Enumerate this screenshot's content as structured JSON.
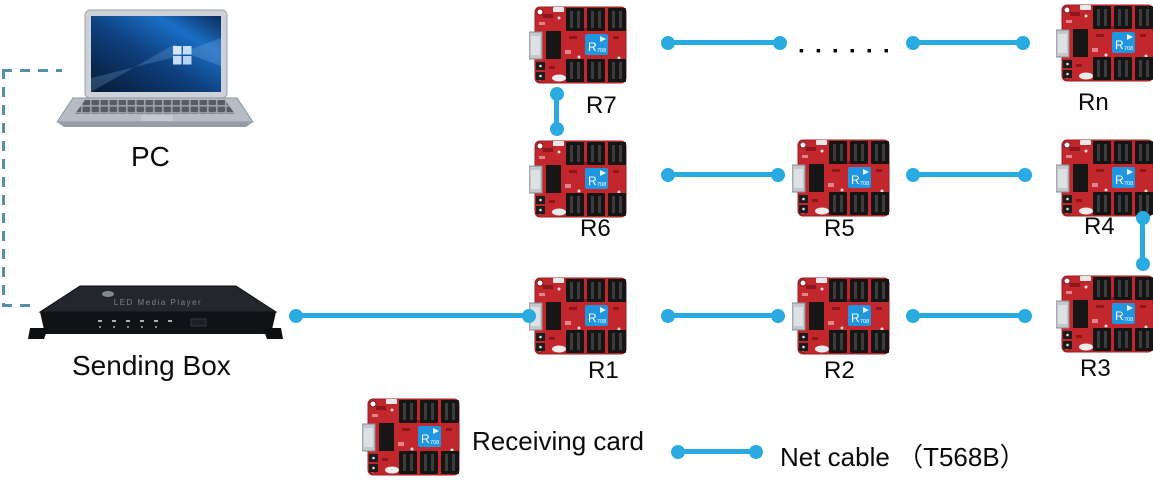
{
  "diagram": {
    "pc": {
      "label": "PC"
    },
    "sending_box": {
      "label": "Sending Box",
      "device_text": "LED Media Player"
    },
    "ellipsis": "▪▪▪▪▪▪",
    "cards": {
      "r1": "R1",
      "r2": "R2",
      "r3": "R3",
      "r4": "R4",
      "r5": "R5",
      "r6": "R6",
      "r7": "R7",
      "rn": "Rn"
    },
    "chip": {
      "letter": "R",
      "model": "708"
    },
    "connections": [
      "PC — Sending Box (dashed link)",
      "Sending Box — R1",
      "R1 — R2",
      "R2 — R3",
      "R3 — R4",
      "R4 — R5",
      "R5 — R6",
      "R6 — R7",
      "R7 — … — Rn"
    ]
  },
  "legend": {
    "receiving_card": "Receiving card",
    "net_cable": "Net cable （T568B）"
  },
  "colors": {
    "cable": "#29ABE2",
    "dashed_line": "#5590A5",
    "pcb_red": "#C1272D",
    "chip_blue": "#2196E0"
  }
}
